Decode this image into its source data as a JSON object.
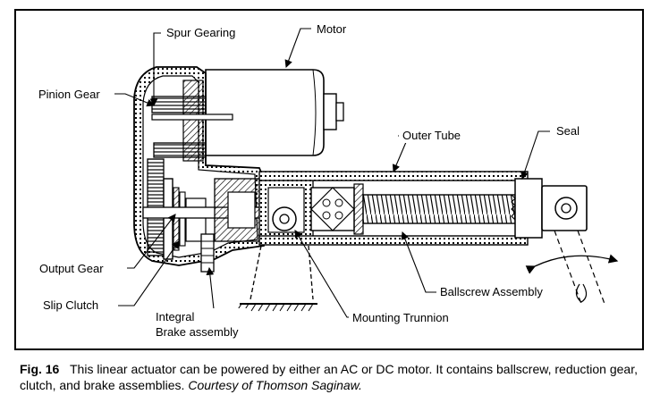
{
  "labels": {
    "spur_gearing": "Spur Gearing",
    "motor": "Motor",
    "pinion_gear": "Pinion Gear",
    "outer_tube": "Outer Tube",
    "seal": "Seal",
    "output_gear": "Output Gear",
    "slip_clutch": "Slip Clutch",
    "ballscrew_assembly": "Ballscrew Assembly",
    "integral_line1": "Integral",
    "integral_line2": "Brake assembly",
    "mounting_trunnion": "Mounting Trunnion"
  },
  "caption": {
    "fig": "Fig. 16",
    "text": "This linear actuator can be powered by either an AC or DC motor. It contains ballscrew, reduction gear, clutch, and brake assemblies.",
    "credit": "Courtesy of Thomson Saginaw."
  }
}
